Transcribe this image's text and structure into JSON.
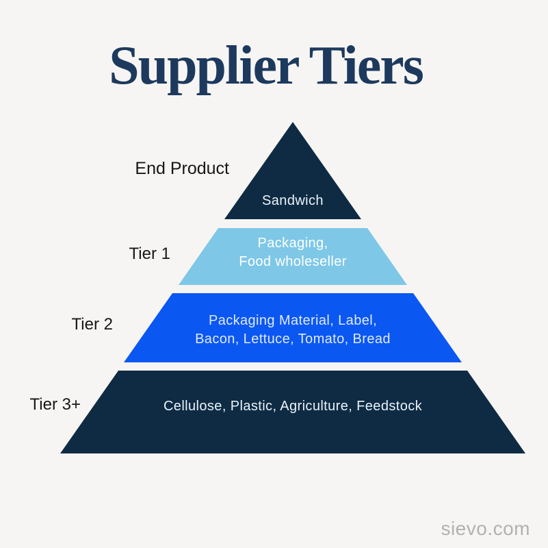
{
  "background": "#f7f5f3",
  "title": {
    "text": "Supplier Tiers",
    "color": "#1d3a5e"
  },
  "pyramid": {
    "levels": [
      {
        "name": "end-product",
        "label": "End Product",
        "fill": "#0f2b44",
        "text_color": "#e9f3fa",
        "lines": [
          "Sandwich"
        ]
      },
      {
        "name": "tier-1",
        "label": "Tier 1",
        "fill": "#7ec7e7",
        "text_color": "#ffffff",
        "lines": [
          "Packaging,",
          "Food wholeseller"
        ]
      },
      {
        "name": "tier-2",
        "label": "Tier 2",
        "fill": "#0b57f2",
        "text_color": "#dfeafc",
        "lines": [
          "Packaging Material, Label,",
          "Bacon, Lettuce, Tomato, Bread"
        ]
      },
      {
        "name": "tier-3",
        "label": "Tier 3+",
        "fill": "#0f2b44",
        "text_color": "#e9f3fa",
        "lines": [
          "Cellulose, Plastic, Agriculture, Feedstock"
        ]
      }
    ]
  },
  "footer": {
    "brand": "sievo.com",
    "color": "#b3b1af"
  }
}
